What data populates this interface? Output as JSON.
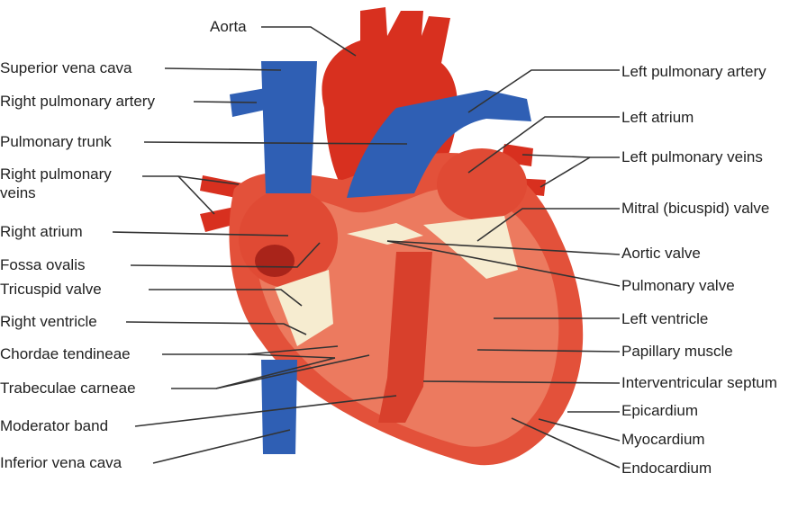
{
  "title": "Heart anatomy",
  "labels_left": {
    "aorta": "Aorta",
    "superior_vena_cava": "Superior vena cava",
    "right_pulmonary_artery": "Right pulmonary artery",
    "pulmonary_trunk": "Pulmonary trunk",
    "right_pulmonary_veins_1": "Right pulmonary",
    "right_pulmonary_veins_2": "veins",
    "right_atrium": "Right atrium",
    "fossa_ovalis": "Fossa ovalis",
    "tricuspid_valve": "Tricuspid valve",
    "right_ventricle": "Right ventricle",
    "chordae_tendineae": "Chordae tendineae",
    "trabeculae_carneae": "Trabeculae carneae",
    "moderator_band": "Moderator band",
    "inferior_vena_cava": "Inferior vena cava"
  },
  "labels_right": {
    "left_pulmonary_artery": "Left pulmonary artery",
    "left_atrium": "Left atrium",
    "left_pulmonary_veins": "Left pulmonary veins",
    "mitral_valve": "Mitral (bicuspid) valve",
    "aortic_valve": "Aortic valve",
    "pulmonary_valve": "Pulmonary valve",
    "left_ventricle": "Left ventricle",
    "papillary_muscle": "Papillary muscle",
    "interventricular_septum": "Interventricular septum",
    "epicardium": "Epicardium",
    "myocardium": "Myocardium",
    "endocardium": "Endocardium"
  },
  "colors": {
    "artery": "#d8301f",
    "vein": "#2f5fb4",
    "muscle": "#e3513a",
    "interior": "#ec7a5f",
    "valve": "#f6ecd0"
  }
}
